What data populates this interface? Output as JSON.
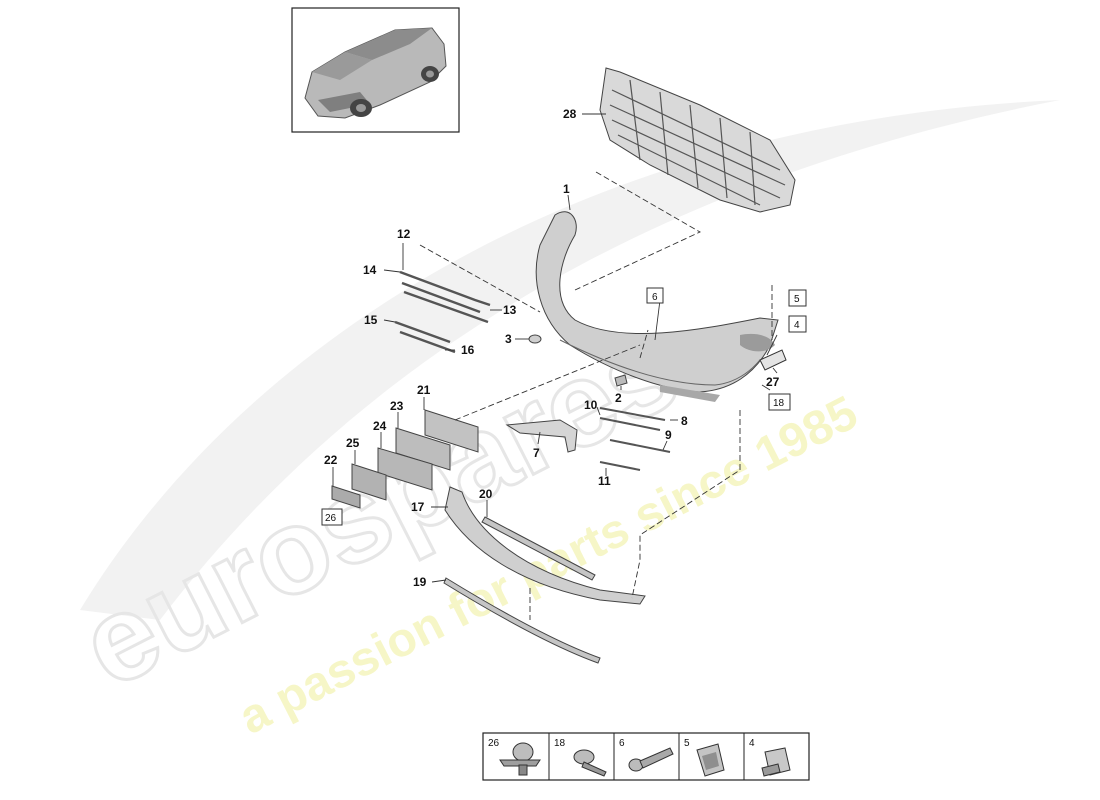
{
  "watermark": {
    "brand": "eurospares",
    "tagline": "a passion for parts since 1985"
  },
  "callouts": {
    "c1": "1",
    "c2": "2",
    "c3": "3",
    "c4": "4",
    "c5": "5",
    "c6": "6",
    "c7": "7",
    "c8": "8",
    "c9": "9",
    "c10": "10",
    "c11": "11",
    "c12": "12",
    "c13": "13",
    "c14": "14",
    "c15": "15",
    "c16": "16",
    "c17": "17",
    "c18": "18",
    "c19": "19",
    "c20": "20",
    "c21": "21",
    "c22": "22",
    "c23": "23",
    "c24": "24",
    "c25": "25",
    "c26": "26",
    "c27": "27",
    "c28": "28"
  },
  "fastener_legend": [
    {
      "number": "26",
      "icon": "push-rivet-icon"
    },
    {
      "number": "18",
      "icon": "screw-icon"
    },
    {
      "number": "6",
      "icon": "expanding-rivet-icon"
    },
    {
      "number": "5",
      "icon": "spring-clip-icon"
    },
    {
      "number": "4",
      "icon": "clip-nut-icon"
    }
  ]
}
